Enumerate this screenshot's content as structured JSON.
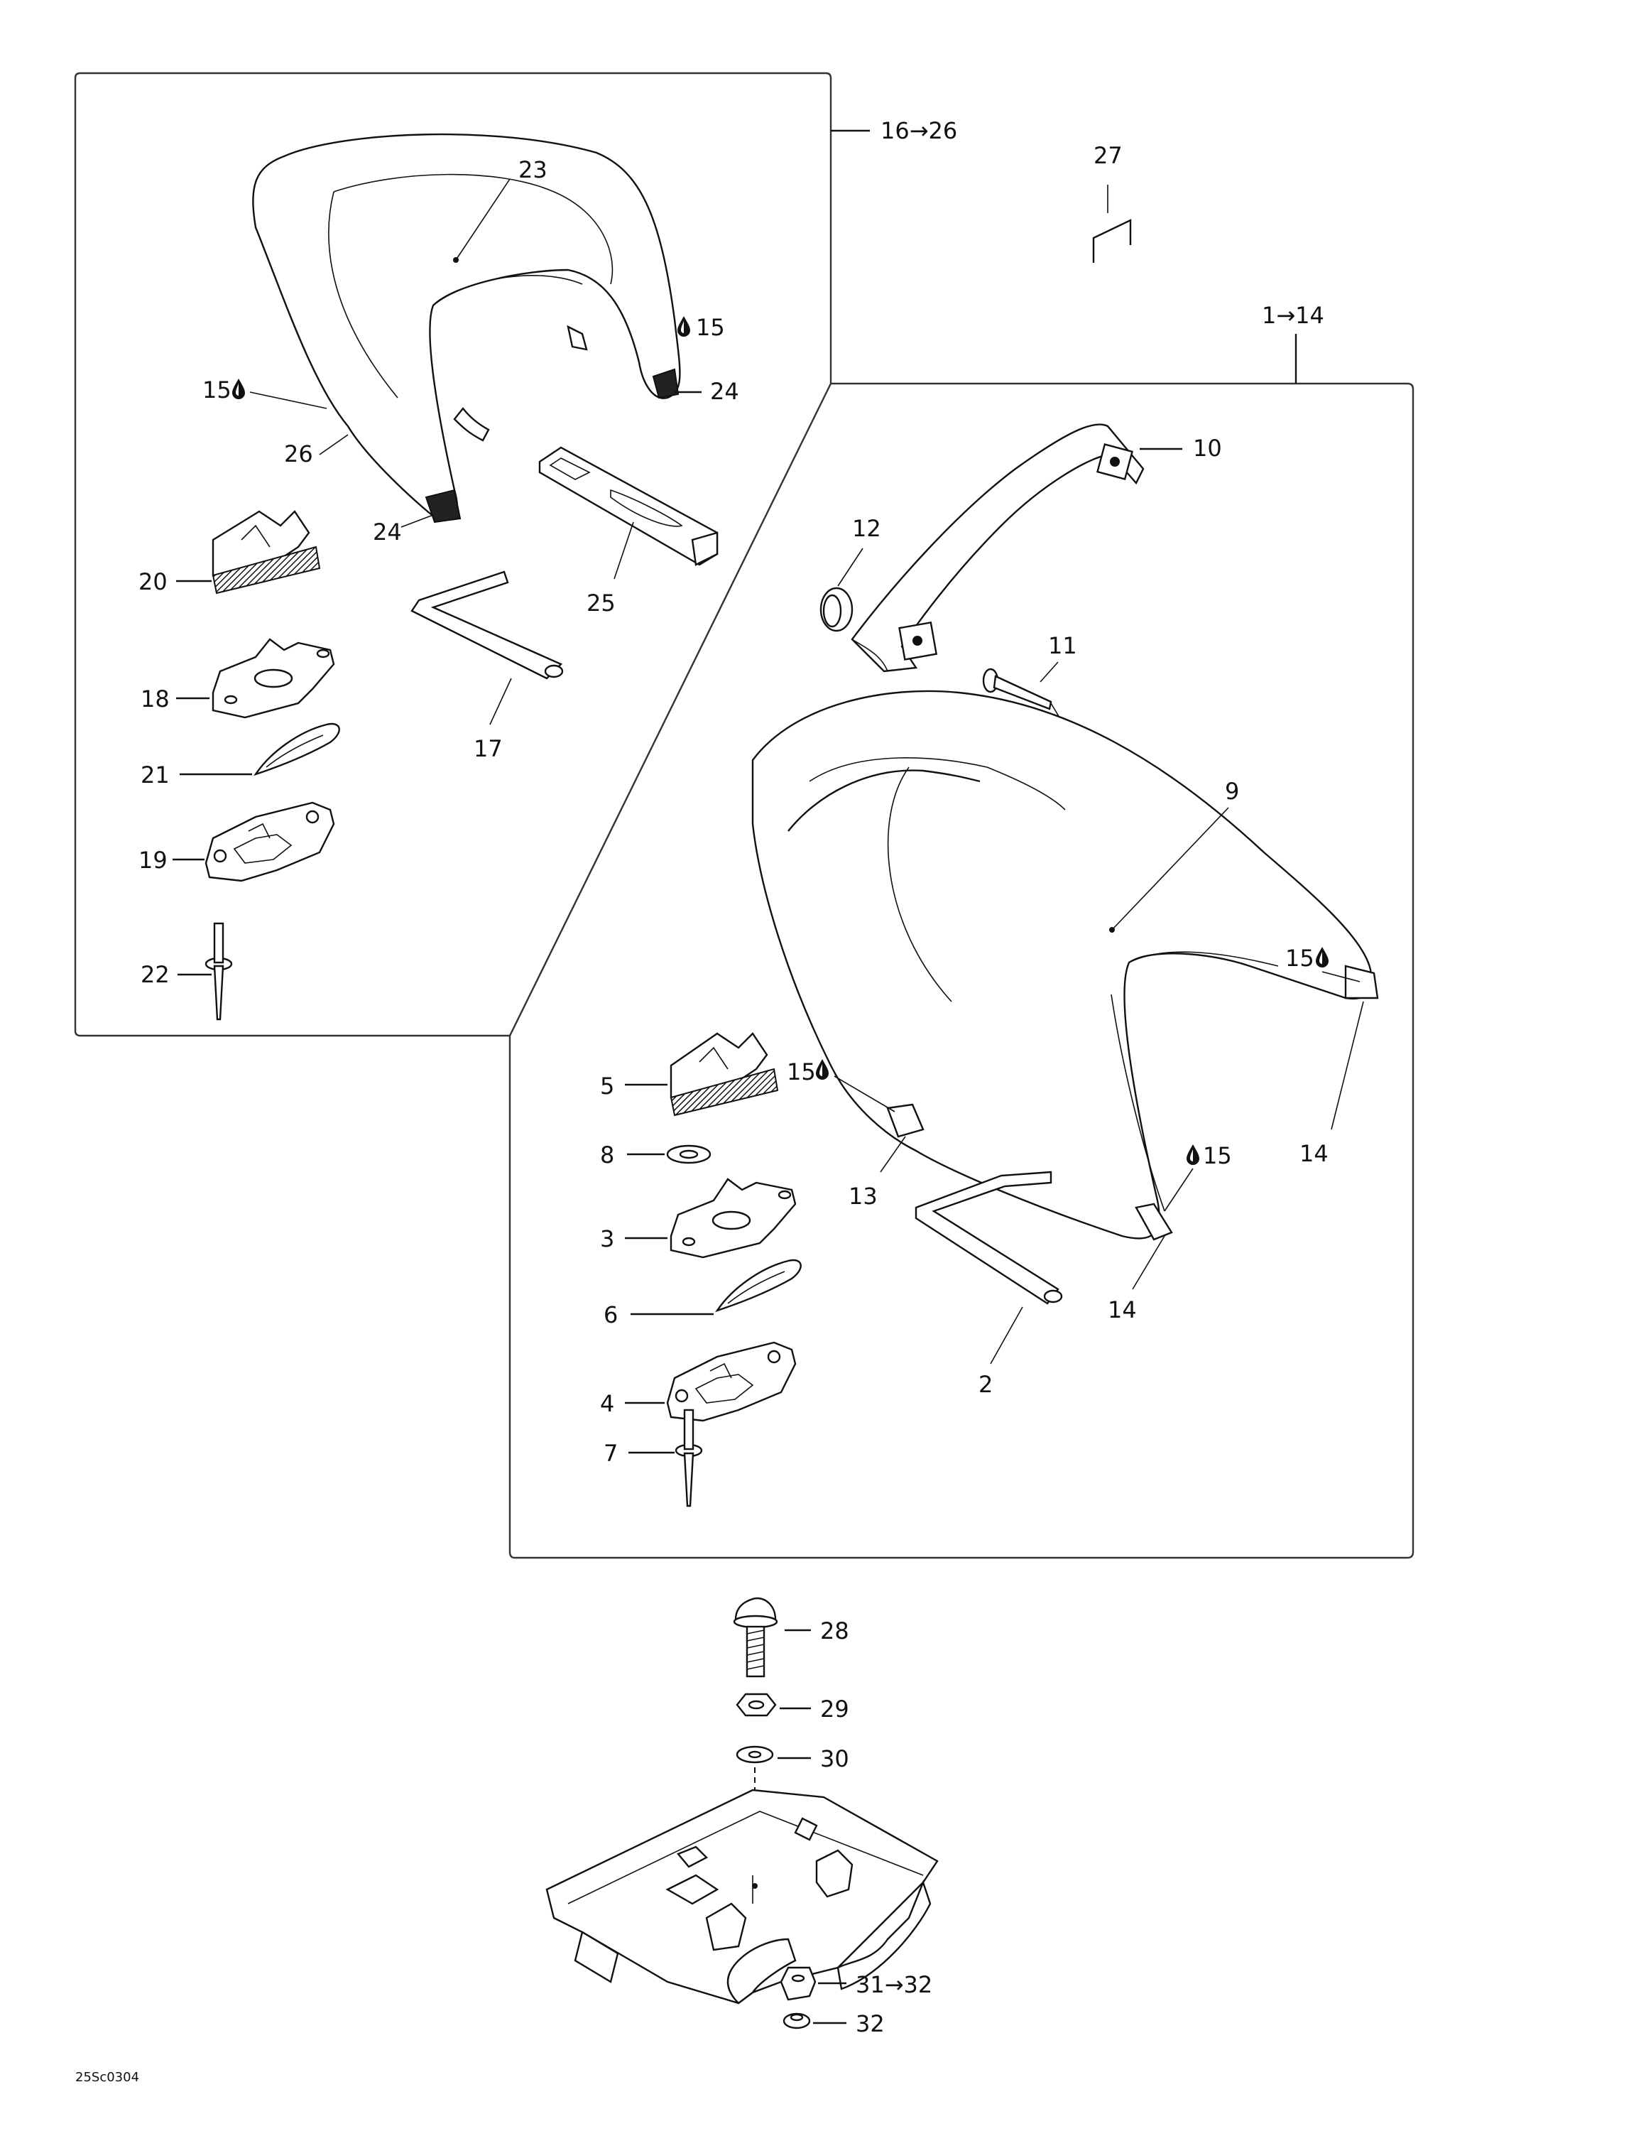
{
  "callouts": {
    "c1": "16→26",
    "c2": "27",
    "c3": "23",
    "c4": "15",
    "c5": "24",
    "c6": "15",
    "c7": "26",
    "c8": "24",
    "c9": "1→14",
    "c10": "10",
    "c11": "12",
    "c12": "11",
    "c13": "20",
    "c14": "25",
    "c15": "18",
    "c16": "17",
    "c17": "21",
    "c18": "19",
    "c19": "22",
    "c20": "9",
    "c21": "15",
    "c22": "5",
    "c23": "15",
    "c24": "8",
    "c25": "13",
    "c26": "14",
    "c27": "15",
    "c28": "3",
    "c29": "6",
    "c30": "14",
    "c31": "2",
    "c32": "4",
    "c33": "7",
    "c34": "28",
    "c35": "29",
    "c36": "30",
    "c37": "31→32",
    "c38": "32"
  },
  "footer": {
    "code": "25Sc0304"
  }
}
